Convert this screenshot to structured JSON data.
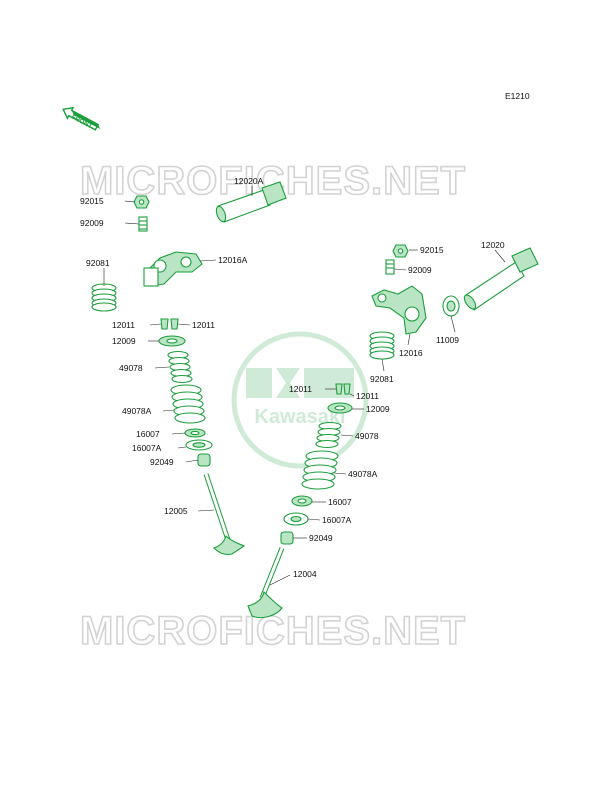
{
  "diagram_code": "E1210",
  "front_label": "FRONT",
  "watermark_text": "MICROFICHES.NET",
  "logo_text": "Kawasaki",
  "accent_color": "#1b9e3c",
  "parts": {
    "p92015_left": "92015",
    "p12020A": "12020A",
    "p92009_left": "92009",
    "p92081_left": "92081",
    "p12016A": "12016A",
    "p12011_left_a": "12011",
    "p12011_left_b": "12011",
    "p12009_left": "12009",
    "p49078_left": "49078",
    "p49078A_left": "49078A",
    "p16007_left": "16007",
    "p16007A_left": "16007A",
    "p92049_left": "92049",
    "p12005": "12005",
    "p92015_right": "92015",
    "p12020": "12020",
    "p92009_right": "92009",
    "p11009": "11009",
    "p12016": "12016",
    "p92081_right": "92081",
    "p12011_right_a": "12011",
    "p12011_right_b": "12011",
    "p12009_right": "12009",
    "p49078_right": "49078",
    "p49078A_right": "49078A",
    "p16007_right": "16007",
    "p16007A_right": "16007A",
    "p92049_right": "92049",
    "p12004": "12004"
  }
}
